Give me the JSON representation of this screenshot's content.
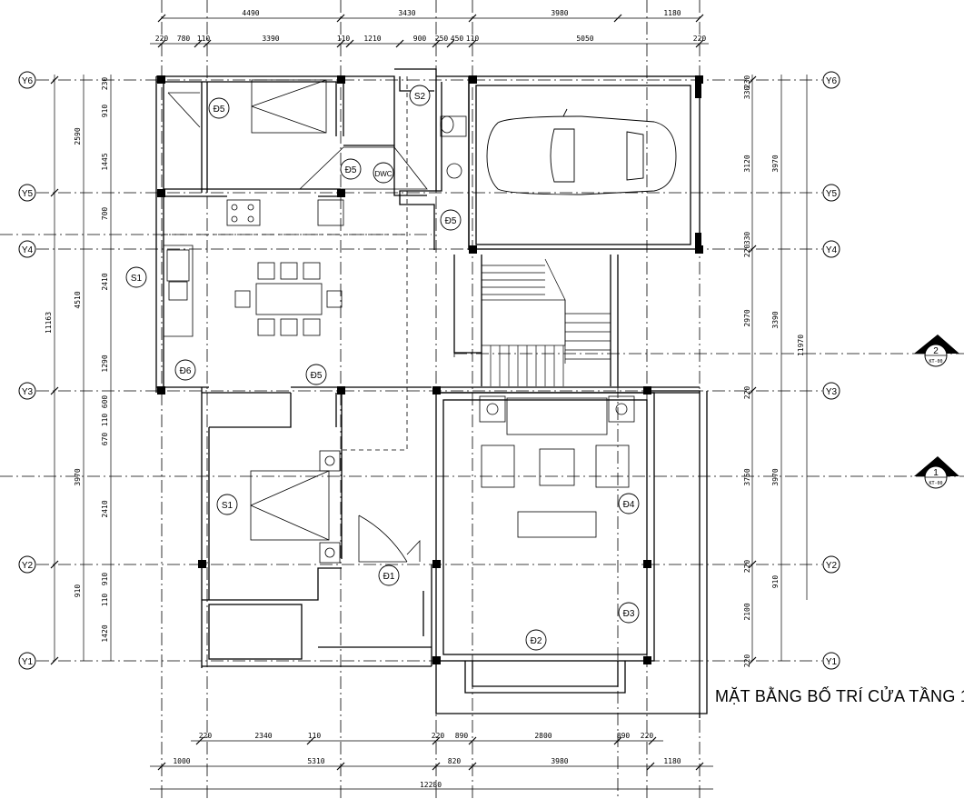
{
  "title": "MẶT BẰNG BỐ TRÍ CỬA TẦNG 1",
  "axes": [
    "Y6",
    "Y5",
    "Y4",
    "Y3",
    "Y2",
    "Y1"
  ],
  "section_marks": [
    {
      "id": "2",
      "sheet": "KT-00"
    },
    {
      "id": "1",
      "sheet": "KT-00"
    }
  ],
  "doors": [
    "Đ1",
    "Đ2",
    "Đ3",
    "Đ4",
    "Đ5",
    "Đ5",
    "Đ5",
    "Đ5",
    "Đ6"
  ],
  "windows": [
    "S1",
    "S1",
    "S2"
  ],
  "fixtures": [
    "DWC"
  ],
  "dims_top_1": [
    "4490",
    "3430",
    "3980",
    "1180"
  ],
  "dims_top_2": [
    "220",
    "780",
    "110",
    "3390",
    "110",
    "1210",
    "900",
    "250",
    "450",
    "110",
    "5050",
    "220"
  ],
  "dims_bottom_1": [
    "220",
    "2340",
    "110",
    "220",
    "890",
    "2800",
    "890",
    "220"
  ],
  "dims_bottom_2": [
    "1000",
    "5310",
    "820",
    "3980",
    "1180"
  ],
  "dims_bottom_total": "12280",
  "dims_left_1": [
    "2590",
    "4510",
    "3970",
    "910"
  ],
  "dims_left_2": [
    "230",
    "910",
    "1445",
    "700",
    "2410",
    "1290",
    "600",
    "110",
    "670",
    "2410",
    "910",
    "110",
    "1420"
  ],
  "dims_left_total": "11163",
  "dims_right_1": [
    "3970",
    "3390",
    "3970",
    "910"
  ],
  "dims_right_2": [
    "230",
    "330",
    "3120",
    "330",
    "220",
    "2970",
    "220",
    "3750",
    "220",
    "2100",
    "220"
  ],
  "dims_right_total": "11970"
}
